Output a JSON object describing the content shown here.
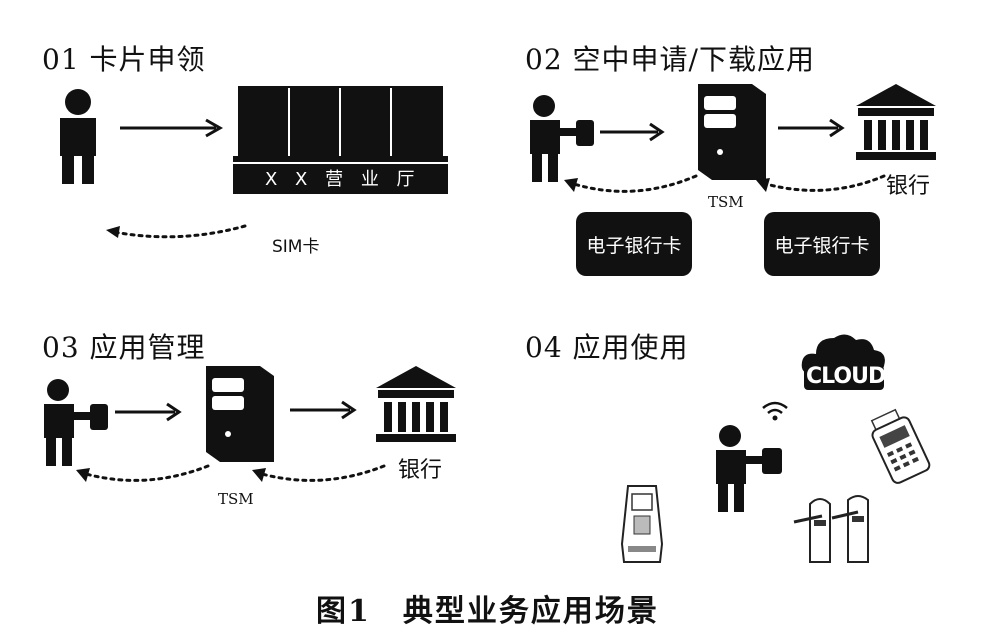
{
  "sections": {
    "s1": {
      "title": "01 卡片申领",
      "hall_sign": "X X 营 业 厅",
      "return_label": "SIM卡"
    },
    "s2": {
      "title": "02 空中申请/下载应用",
      "tsm_label": "TSM",
      "bank_label": "银行",
      "card_left": "电子银行卡",
      "card_right": "电子银行卡"
    },
    "s3": {
      "title": "03 应用管理",
      "tsm_label": "TSM",
      "bank_label": "银行"
    },
    "s4": {
      "title": "04 应用使用",
      "cloud_label": "CLOUD"
    }
  },
  "caption": "图1　典型业务应用场景",
  "icons": [
    "person-icon",
    "arrow-icon",
    "business-hall-icon",
    "server-icon",
    "bank-icon",
    "cloud-icon",
    "wifi-icon",
    "pos-terminal-icon",
    "turnstile-icon",
    "kiosk-icon",
    "phone-icon"
  ]
}
